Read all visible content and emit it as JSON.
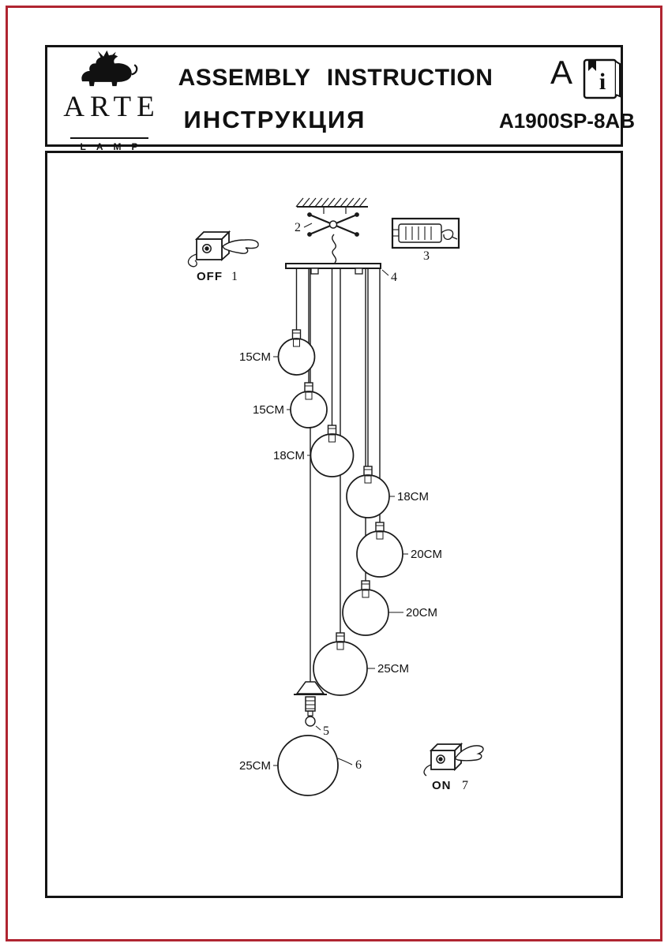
{
  "page": {
    "frame_color": "#b02531",
    "line_color": "#1a1a1a"
  },
  "header": {
    "brand_name": "ARTE",
    "brand_sub": "LAMP",
    "title_en": "ASSEMBLY INSTRUCTION",
    "title_ru": "ИНСТРУКЦИЯ",
    "model": "A1900SP-8AB",
    "corner_letter": "A",
    "info_letter": "i"
  },
  "diagram": {
    "off_switch": {
      "label": "OFF",
      "step": "1"
    },
    "bracket_step": "2",
    "terminal_step": "3",
    "canopy_step": "4",
    "socket_step": "5",
    "shade_step": "6",
    "on_switch": {
      "label": "ON",
      "step": "7"
    },
    "spheres": [
      {
        "size": "15CM"
      },
      {
        "size": "15CM"
      },
      {
        "size": "18CM"
      },
      {
        "size": "18CM"
      },
      {
        "size": "20CM"
      },
      {
        "size": "20CM"
      },
      {
        "size": "25CM"
      },
      {
        "size": "25CM"
      }
    ]
  }
}
